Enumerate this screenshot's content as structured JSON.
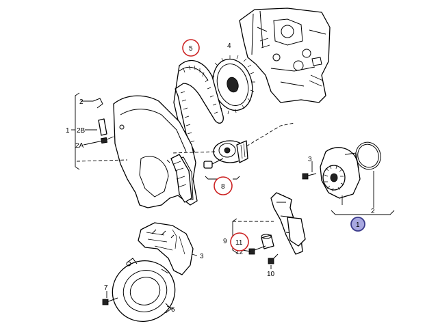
{
  "callouts": {
    "c1": "1",
    "c2": "2",
    "c2A": "2A",
    "c2B": "2B",
    "c3": "3",
    "c4": "4",
    "c5": "5",
    "c6": "6",
    "c7": "7",
    "c8": "8",
    "c9": "9",
    "c10": "10",
    "c11": "11",
    "c12": "12",
    "r_c1": "1",
    "r_c2": "2",
    "r_c3": "3"
  },
  "highlights": {
    "red": "#cc2222",
    "blue": "#3a3a8a",
    "blue_fill": "#a8a8e0"
  }
}
